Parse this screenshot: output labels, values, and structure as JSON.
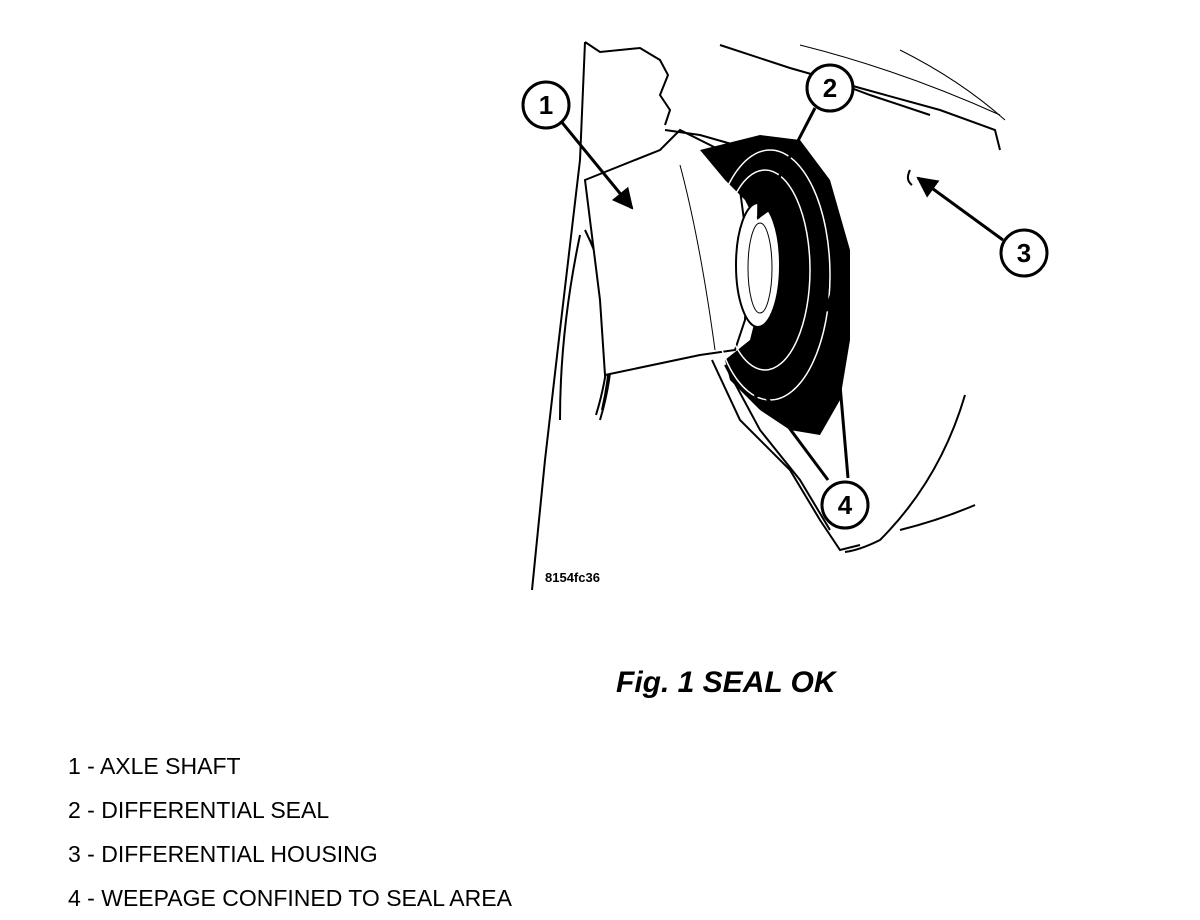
{
  "figure": {
    "code": "8154fc36",
    "caption": "Fig. 1 SEAL OK"
  },
  "callouts": [
    "1",
    "2",
    "3",
    "4"
  ],
  "legend": [
    "1 - AXLE SHAFT",
    "2 - DIFFERENTIAL SEAL",
    "3 - DIFFERENTIAL HOUSING",
    "4 - WEEPAGE CONFINED TO SEAL AREA"
  ]
}
